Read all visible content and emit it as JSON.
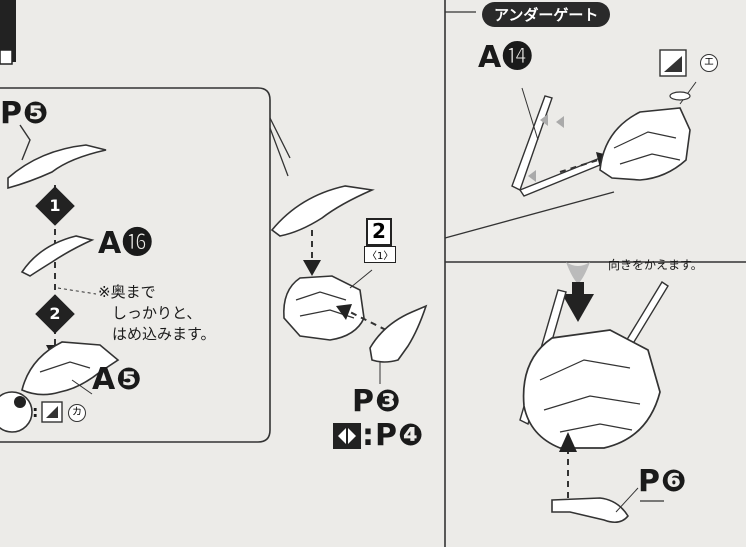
{
  "labels": {
    "p5": "P❺",
    "step1": "1",
    "a16": "A⓰",
    "step2": "2",
    "note_line1": "※奥まで",
    "note_line2": "しっかりと、",
    "note_line3": "はめ込みます。",
    "a5": "A❺",
    "ka_mark": "カ",
    "box_step": "2",
    "box_sub": "〈1〉",
    "p3": "P❸",
    "p4": "P❹",
    "under_gate": "アンダーゲート",
    "a14": "A⓮",
    "e_mark": "エ",
    "turn_note": "向きをかえます。",
    "p6": "P❻"
  },
  "colors": {
    "line": "#333333",
    "panel_bg": "#ecebe8",
    "dark": "#222222"
  }
}
